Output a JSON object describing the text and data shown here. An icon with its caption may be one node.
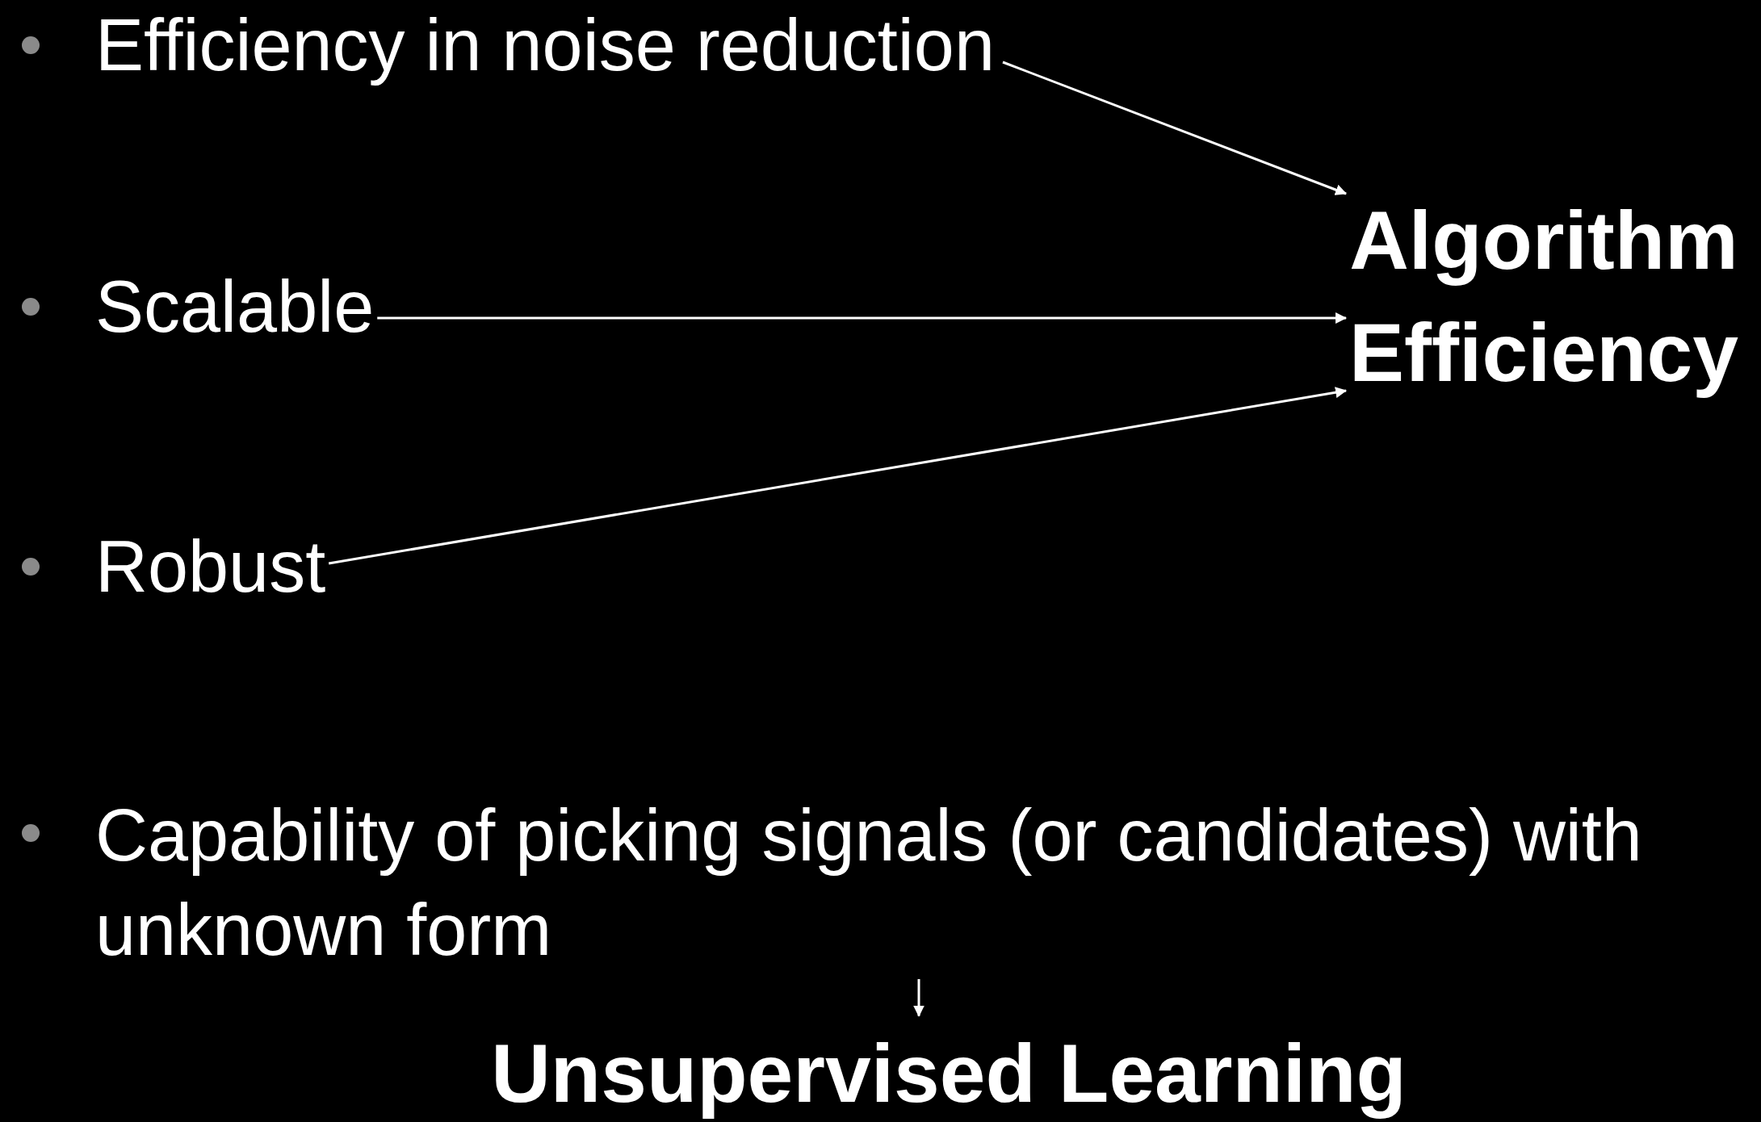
{
  "diagram": {
    "nodes": [
      {
        "text": [
          "Efficiency in noise reduction"
        ]
      },
      {
        "text": [
          "Scalable"
        ]
      },
      {
        "text": [
          "Robust"
        ]
      },
      {
        "text": [
          "Capability of picking signals (or candidates) with unknown form"
        ]
      },
      {
        "text": [
          "Algorithm Efficiency"
        ]
      },
      {
        "text": [
          "Unsupervised Learning"
        ]
      }
    ],
    "edges": [
      {
        "from": 0,
        "to": 4,
        "arrow": "to"
      },
      {
        "from": 1,
        "to": 4,
        "arrow": "to"
      },
      {
        "from": 2,
        "to": 4,
        "arrow": "to"
      },
      {
        "from": 3,
        "to": 5,
        "arrow": "to"
      }
    ]
  }
}
